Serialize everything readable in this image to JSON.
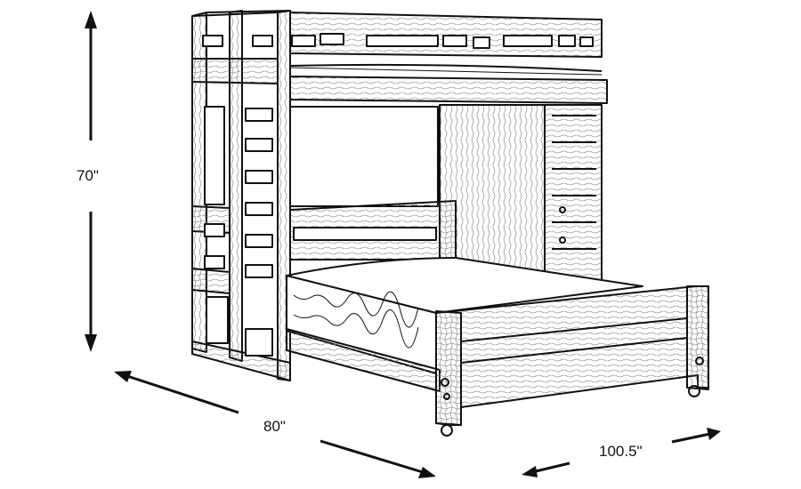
{
  "dimensions": {
    "height": "70\"",
    "depth": "80\"",
    "width": "100.5\""
  },
  "colors": {
    "line": "#111111",
    "background": "#ffffff",
    "grain": "#555555"
  }
}
